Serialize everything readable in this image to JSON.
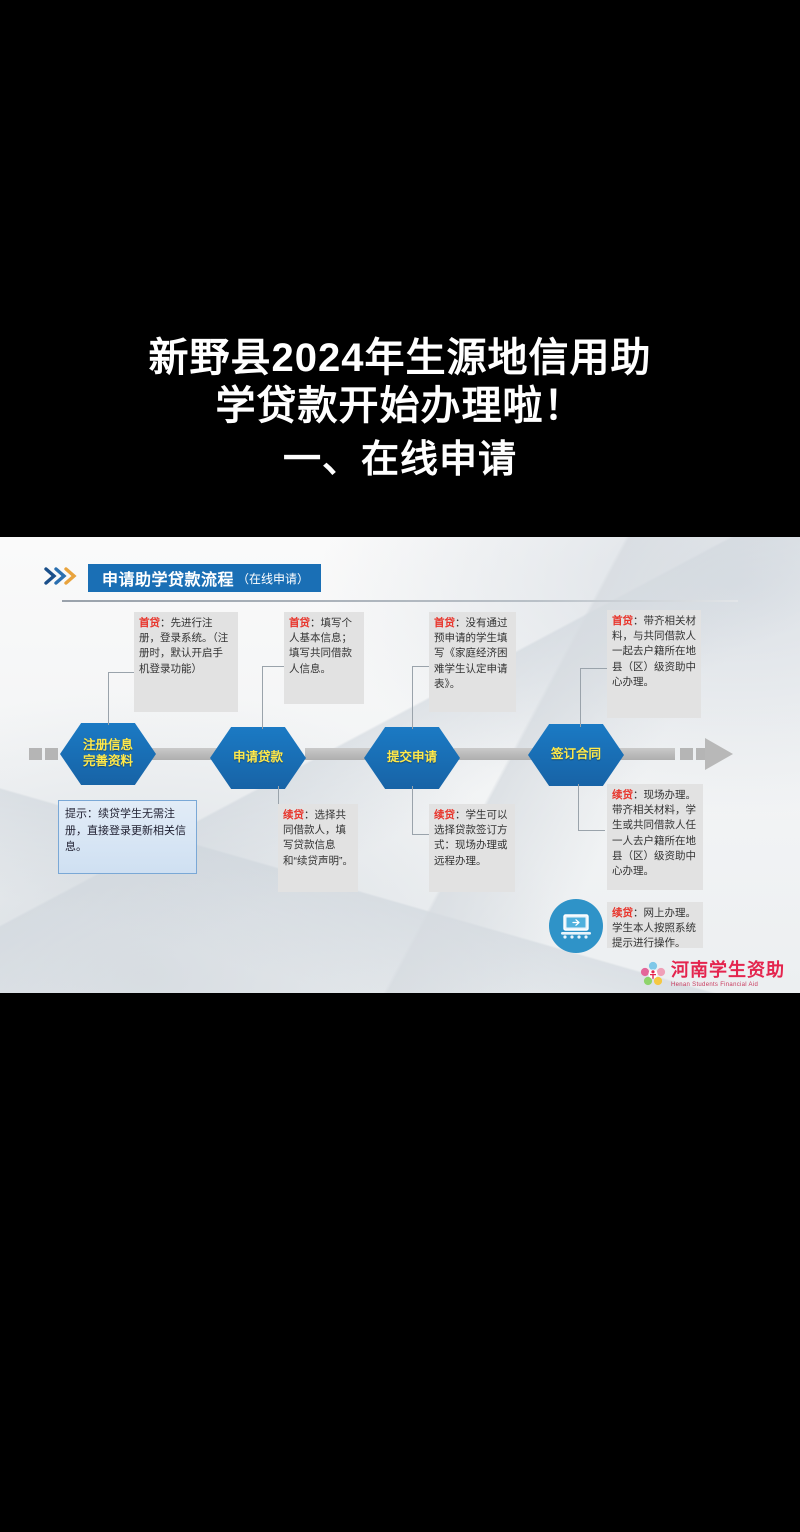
{
  "title": {
    "line1": "新野县2024年生源地信用助",
    "line2": "学贷款开始办理啦！",
    "line3": "一、在线申请"
  },
  "slide": {
    "header": {
      "chevron_icon": "double-chevron-right-icon",
      "title_main": "申请助学贷款流程",
      "title_sub": "（在线申请）"
    },
    "steps": [
      {
        "line1": "注册信息",
        "line2": "完善资料"
      },
      {
        "line1": "申请贷款",
        "line2": ""
      },
      {
        "line1": "提交申请",
        "line2": ""
      },
      {
        "line1": "签订合同",
        "line2": ""
      }
    ],
    "top_notes": [
      {
        "tag": "首贷",
        "text": "：先进行注册，登录系统。（注册时，默认开启手机登录功能）"
      },
      {
        "tag": "首贷",
        "text": "：填写个人基本信息；填写共同借款人信息。"
      },
      {
        "tag": "首贷",
        "text": "：没有通过预申请的学生填写《家庭经济困难学生认定申请表》。"
      },
      {
        "tag": "首贷",
        "text": "：带齐相关材料，与共同借款人一起去户籍所在地县（区）级资助中心办理。"
      }
    ],
    "bottom_notes": [
      {
        "tag": "续贷",
        "text": "：选择共同借款人，填写贷款信息和“续贷声明”。"
      },
      {
        "tag": "续贷",
        "text": "：学生可以选择贷款签订方式：现场办理或远程办理。"
      },
      {
        "tag": "续贷",
        "text": "：现场办理。带齐相关材料，学生或共同借款人任一人去户籍所在地县（区）级资助中心办理。"
      },
      {
        "tag": "续贷",
        "text": "：网上办理。学生本人按照系统提示进行操作。"
      }
    ],
    "tip": "提示：续贷学生无需注册，直接登录更新相关信息。",
    "computer_icon": "laptop-computer-icon",
    "logo": {
      "mark_icon": "henan-aid-flower-logo-icon",
      "cn": "河南学生资助",
      "en": "Henan Students Financial Aid"
    }
  },
  "colors": {
    "accent_blue": "#1a6fb5",
    "hex_blue": "#1b7ac4",
    "hex_text": "#ffe94a",
    "tag_red": "#e8332a",
    "logo_red": "#e4254e",
    "spine_gray": "#b5b5b5",
    "slide_bg": "#f2f2f2",
    "page_bg": "#000000"
  }
}
